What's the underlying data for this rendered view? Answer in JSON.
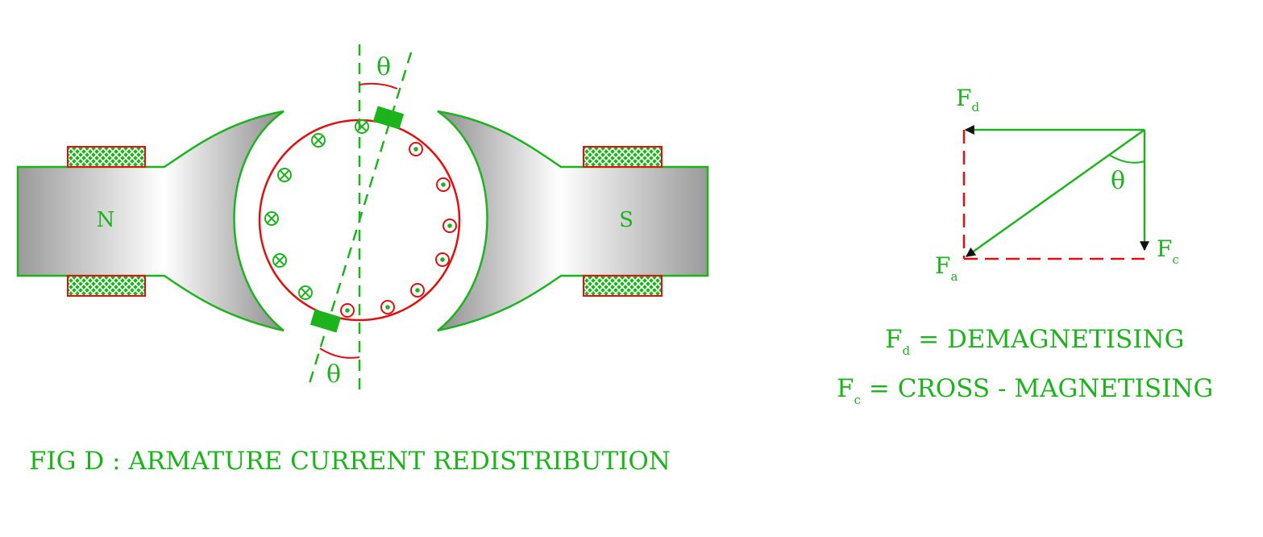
{
  "colors": {
    "green": "#1db31d",
    "red": "#e01010",
    "pole_dark": "#8e8e8e",
    "pole_light": "#ffffff"
  },
  "machine": {
    "north_label": "N",
    "south_label": "S",
    "brush_angle_top": "θ",
    "brush_angle_bottom": "θ",
    "conductor_symbols": {
      "into_page": "cross",
      "out_of_page": "dot"
    }
  },
  "phasor": {
    "fd_main": "F",
    "fd_sub": "d",
    "fa_main": "F",
    "fa_sub": "a",
    "fc_main": "F",
    "fc_sub": "c",
    "angle": "θ"
  },
  "legend": {
    "fd_main": "F",
    "fd_sub": "d",
    "fd_text": "= DEMAGNETISING",
    "fc_main": "F",
    "fc_sub": "c",
    "fc_text": "= CROSS - MAGNETISING"
  },
  "caption": "FIG D : ARMATURE CURRENT REDISTRIBUTION"
}
